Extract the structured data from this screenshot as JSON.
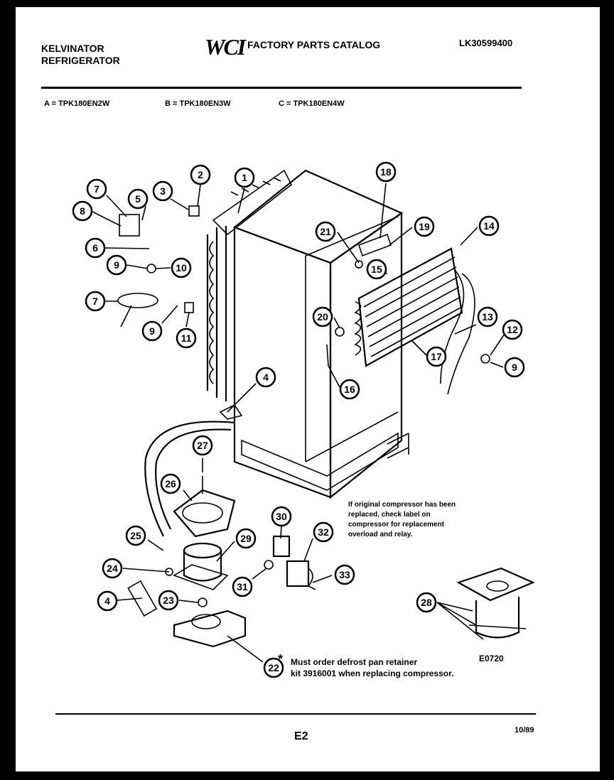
{
  "header": {
    "brand_line1": "KELVINATOR",
    "brand_line2": "REFRIGERATOR",
    "logo": "WCI",
    "catalog_title": "FACTORY PARTS CATALOG",
    "catalog_number": "LK30599400"
  },
  "models": {
    "a": "A = TPK180EN2W",
    "b": "B = TPK180EN3W",
    "c": "C = TPK180EN4W"
  },
  "notes": {
    "compressor_note": [
      "If original compressor has been",
      "replaced, check label on",
      "compressor for replacement",
      "overload and relay."
    ],
    "asterisk": "*",
    "defrost_note": [
      "Must order defrost pan retainer",
      "kit 3916001 when replacing compressor."
    ],
    "diagram_code": "E0720"
  },
  "footer": {
    "page": "E2",
    "date": "10/89"
  },
  "callouts": [
    "1",
    "2",
    "3",
    "4",
    "4",
    "5",
    "6",
    "7",
    "7",
    "8",
    "9",
    "9",
    "9",
    "10",
    "11",
    "12",
    "13",
    "14",
    "15",
    "16",
    "17",
    "18",
    "19",
    "20",
    "21",
    "22",
    "23",
    "24",
    "25",
    "26",
    "27",
    "28",
    "29",
    "30",
    "31",
    "32",
    "33"
  ]
}
